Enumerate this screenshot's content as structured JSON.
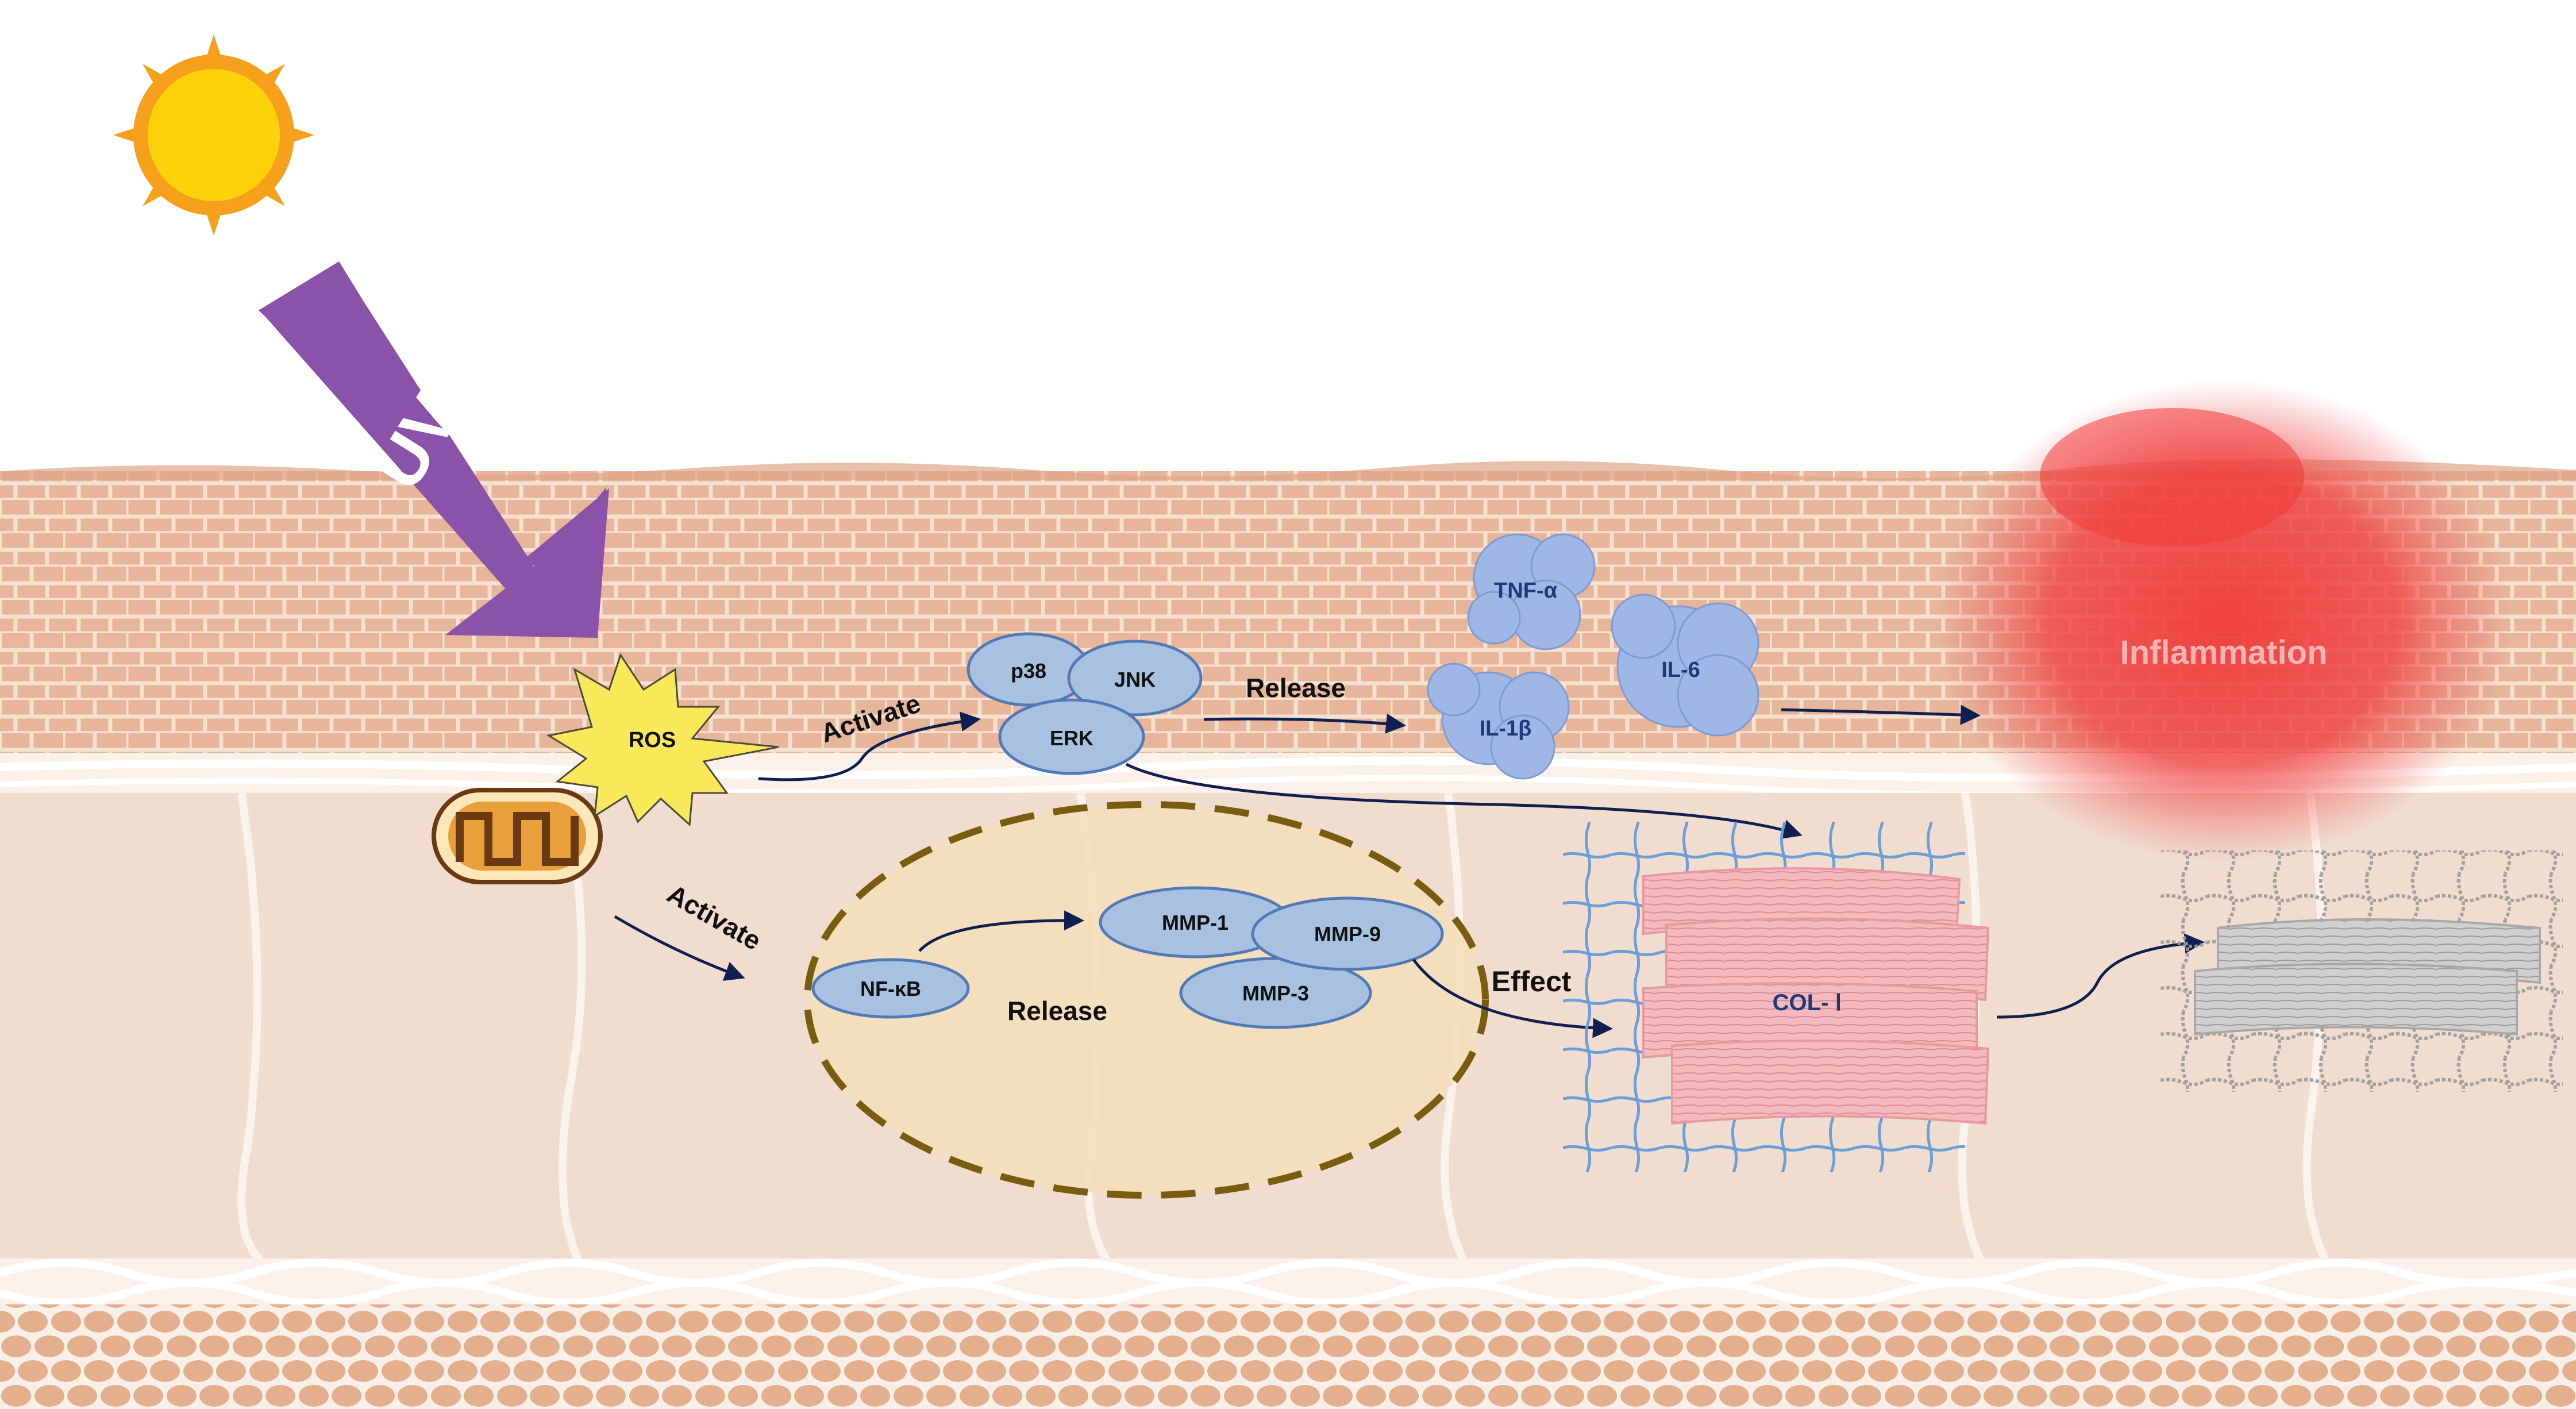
{
  "labels": {
    "uv": "UV",
    "ros": "ROS",
    "activate_top": "Activate",
    "activate_bottom": "Activate",
    "p38": "p38",
    "jnk": "JNK",
    "erk": "ERK",
    "release_top": "Release",
    "release_bottom": "Release",
    "tnf": "TNF-α",
    "il1": "IL-1β",
    "il6": "IL-6",
    "inflammation": "Inflammation",
    "nfkb": "NF-κB",
    "mmp1": "MMP-1",
    "mmp9": "MMP-9",
    "mmp3": "MMP-3",
    "effect": "Effect",
    "col": "COL- Ⅰ"
  },
  "colors": {
    "sun_outer": "#f7a01b",
    "sun_inner": "#fdd20b",
    "uv_arrow": "#8a52a8",
    "epidermis": "#e6b59a",
    "cell_lines": "#f6e0d0",
    "dermis": "#f0ddd0",
    "fat": "#e4af8d",
    "ros": "#f8e85a",
    "protein": "#a8c1e1",
    "protein_stroke": "#5279b6",
    "cytokine": "#9fb7e4",
    "nucleus_fill": "#f3deba",
    "nucleus_stroke": "#7a5c10",
    "arrow": "#0f1f4f",
    "inflammation": "#f03a3a",
    "collagen": "#f3b9bd",
    "mesh": "#6b9fd8",
    "degraded": "#bdbdbd"
  },
  "icons": [
    "sun-icon",
    "uv-arrow-icon",
    "mitochondrion-icon",
    "ros-burst-icon",
    "collagen-fiber-icon",
    "degraded-collagen-icon"
  ]
}
